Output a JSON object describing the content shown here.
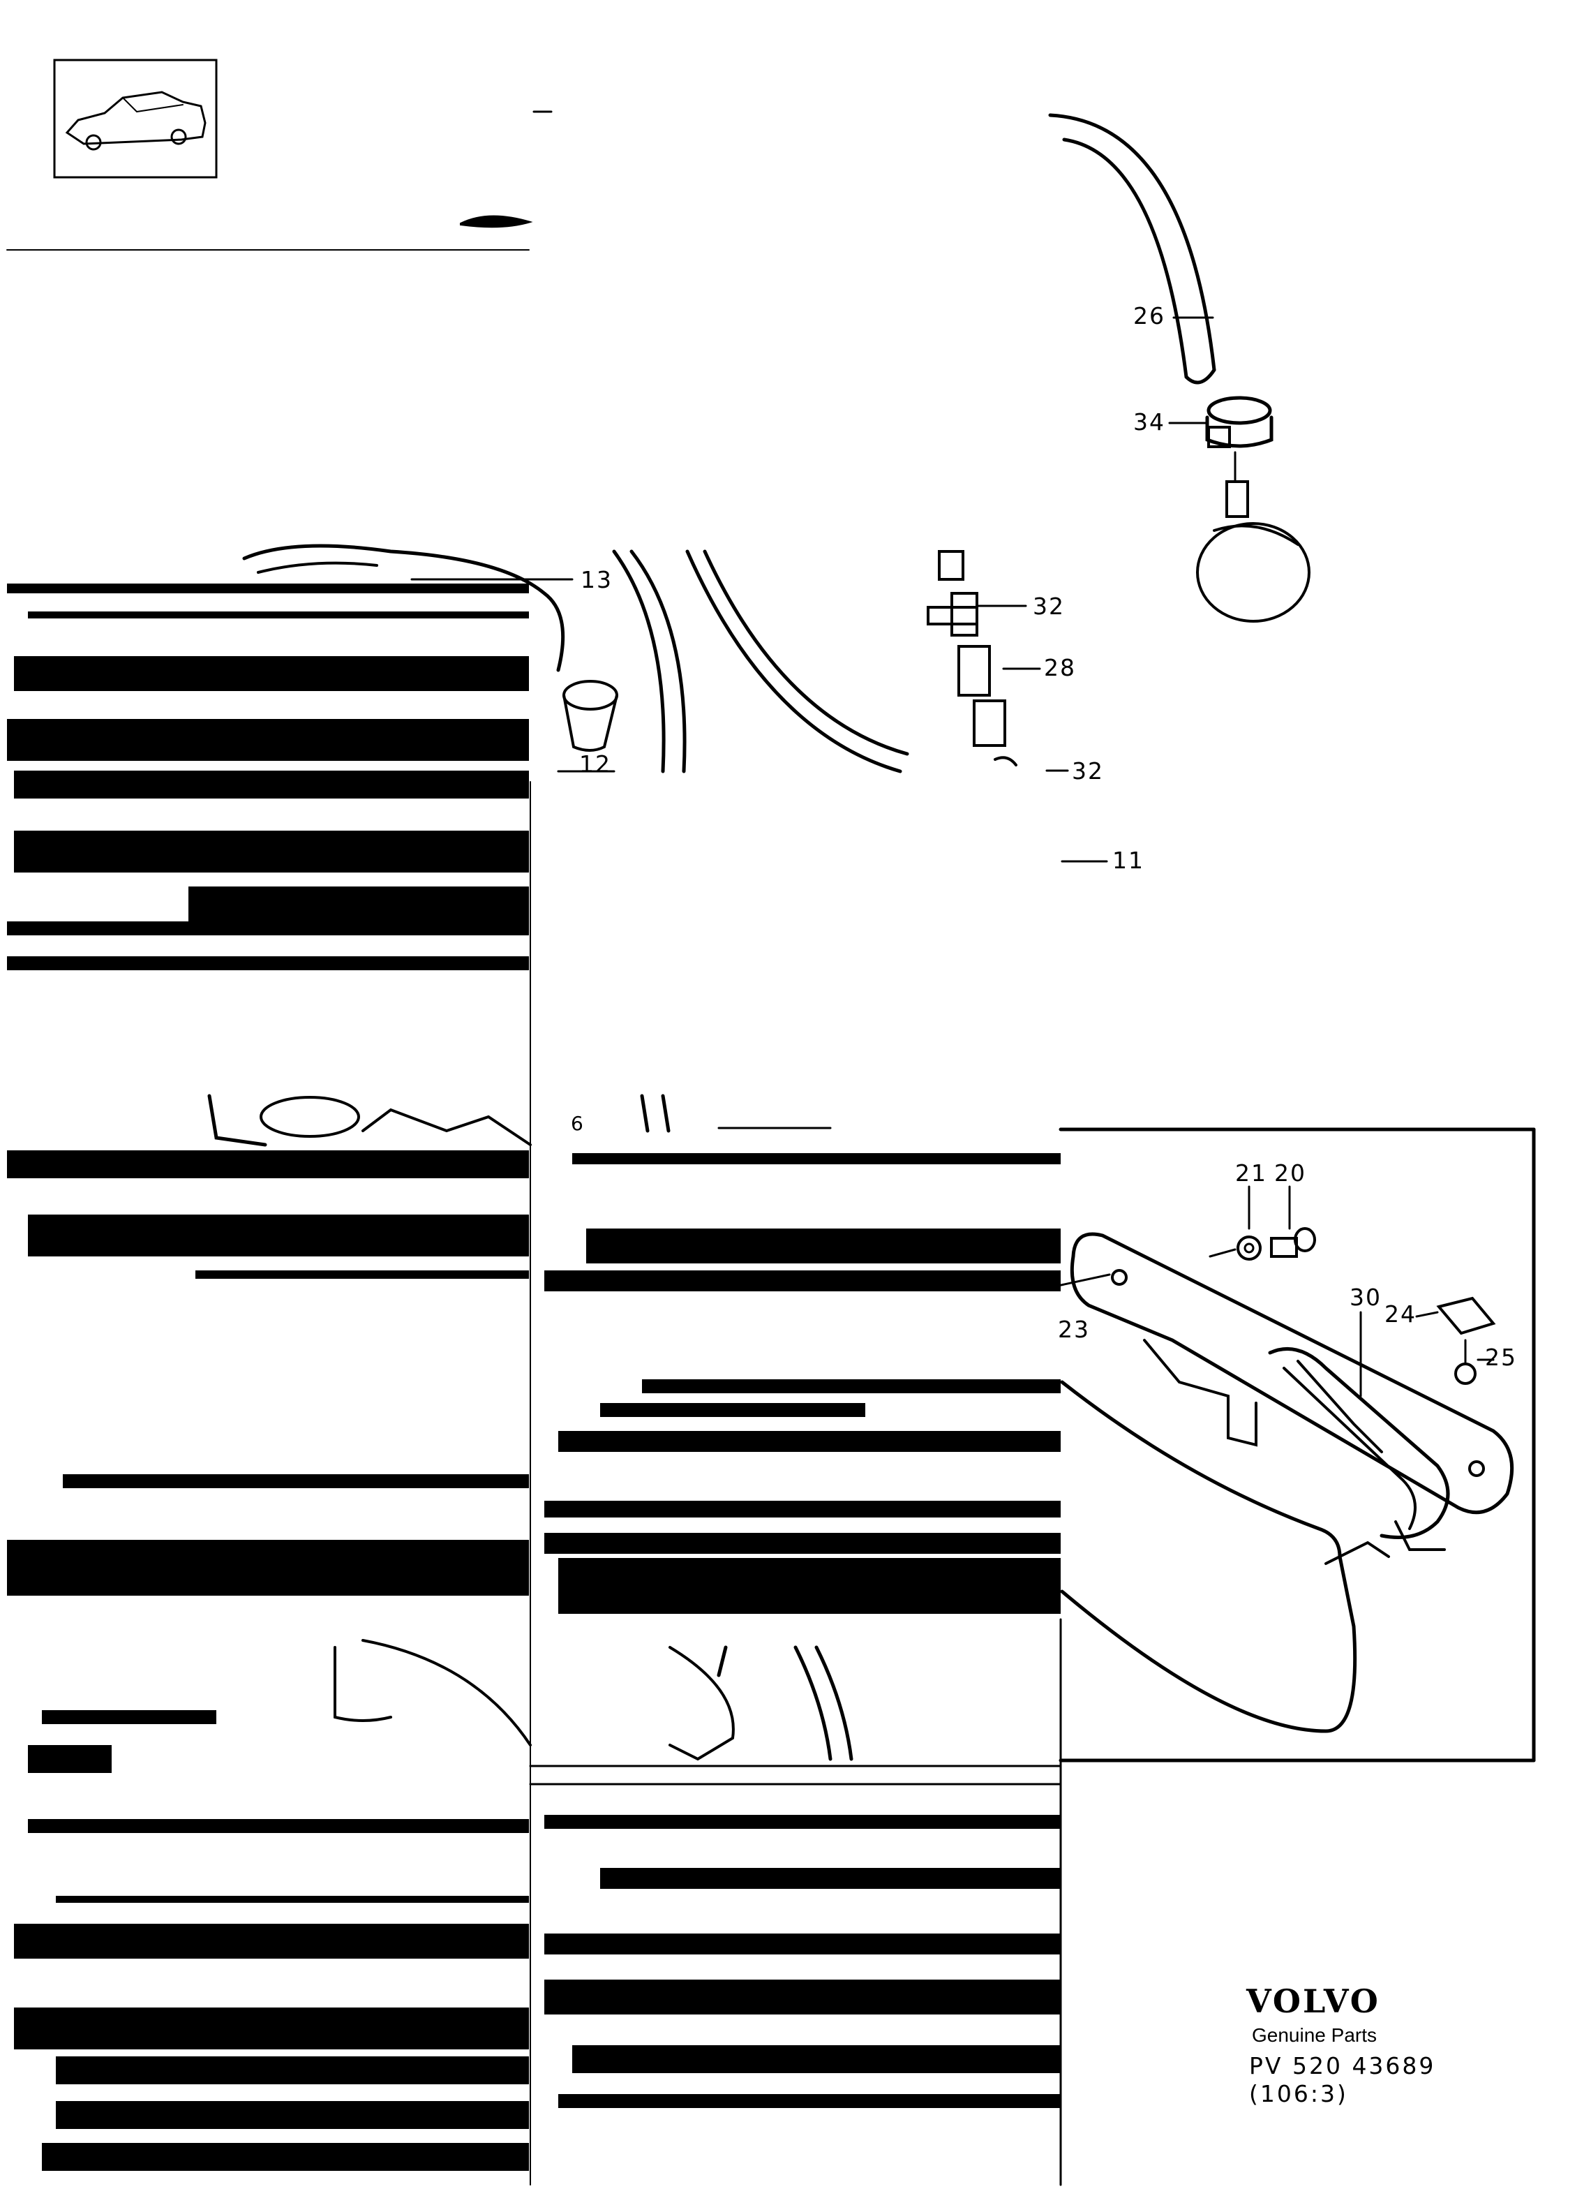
{
  "callouts": {
    "c26": "26",
    "c34": "34",
    "c13": "13",
    "c32a": "32",
    "c28": "28",
    "c12": "12",
    "c32b": "32",
    "c11": "11",
    "c6": "6",
    "c21": "21",
    "c20": "20",
    "c30": "30",
    "c24": "24",
    "c23": "23",
    "c25": "25"
  },
  "footer": {
    "brand": "VOLVO",
    "subtitle": "Genuine Parts",
    "part_number": "PV 520 43689",
    "reference": "(106:3)"
  },
  "icons": {
    "thumbnail": "car-sedan-icon"
  }
}
